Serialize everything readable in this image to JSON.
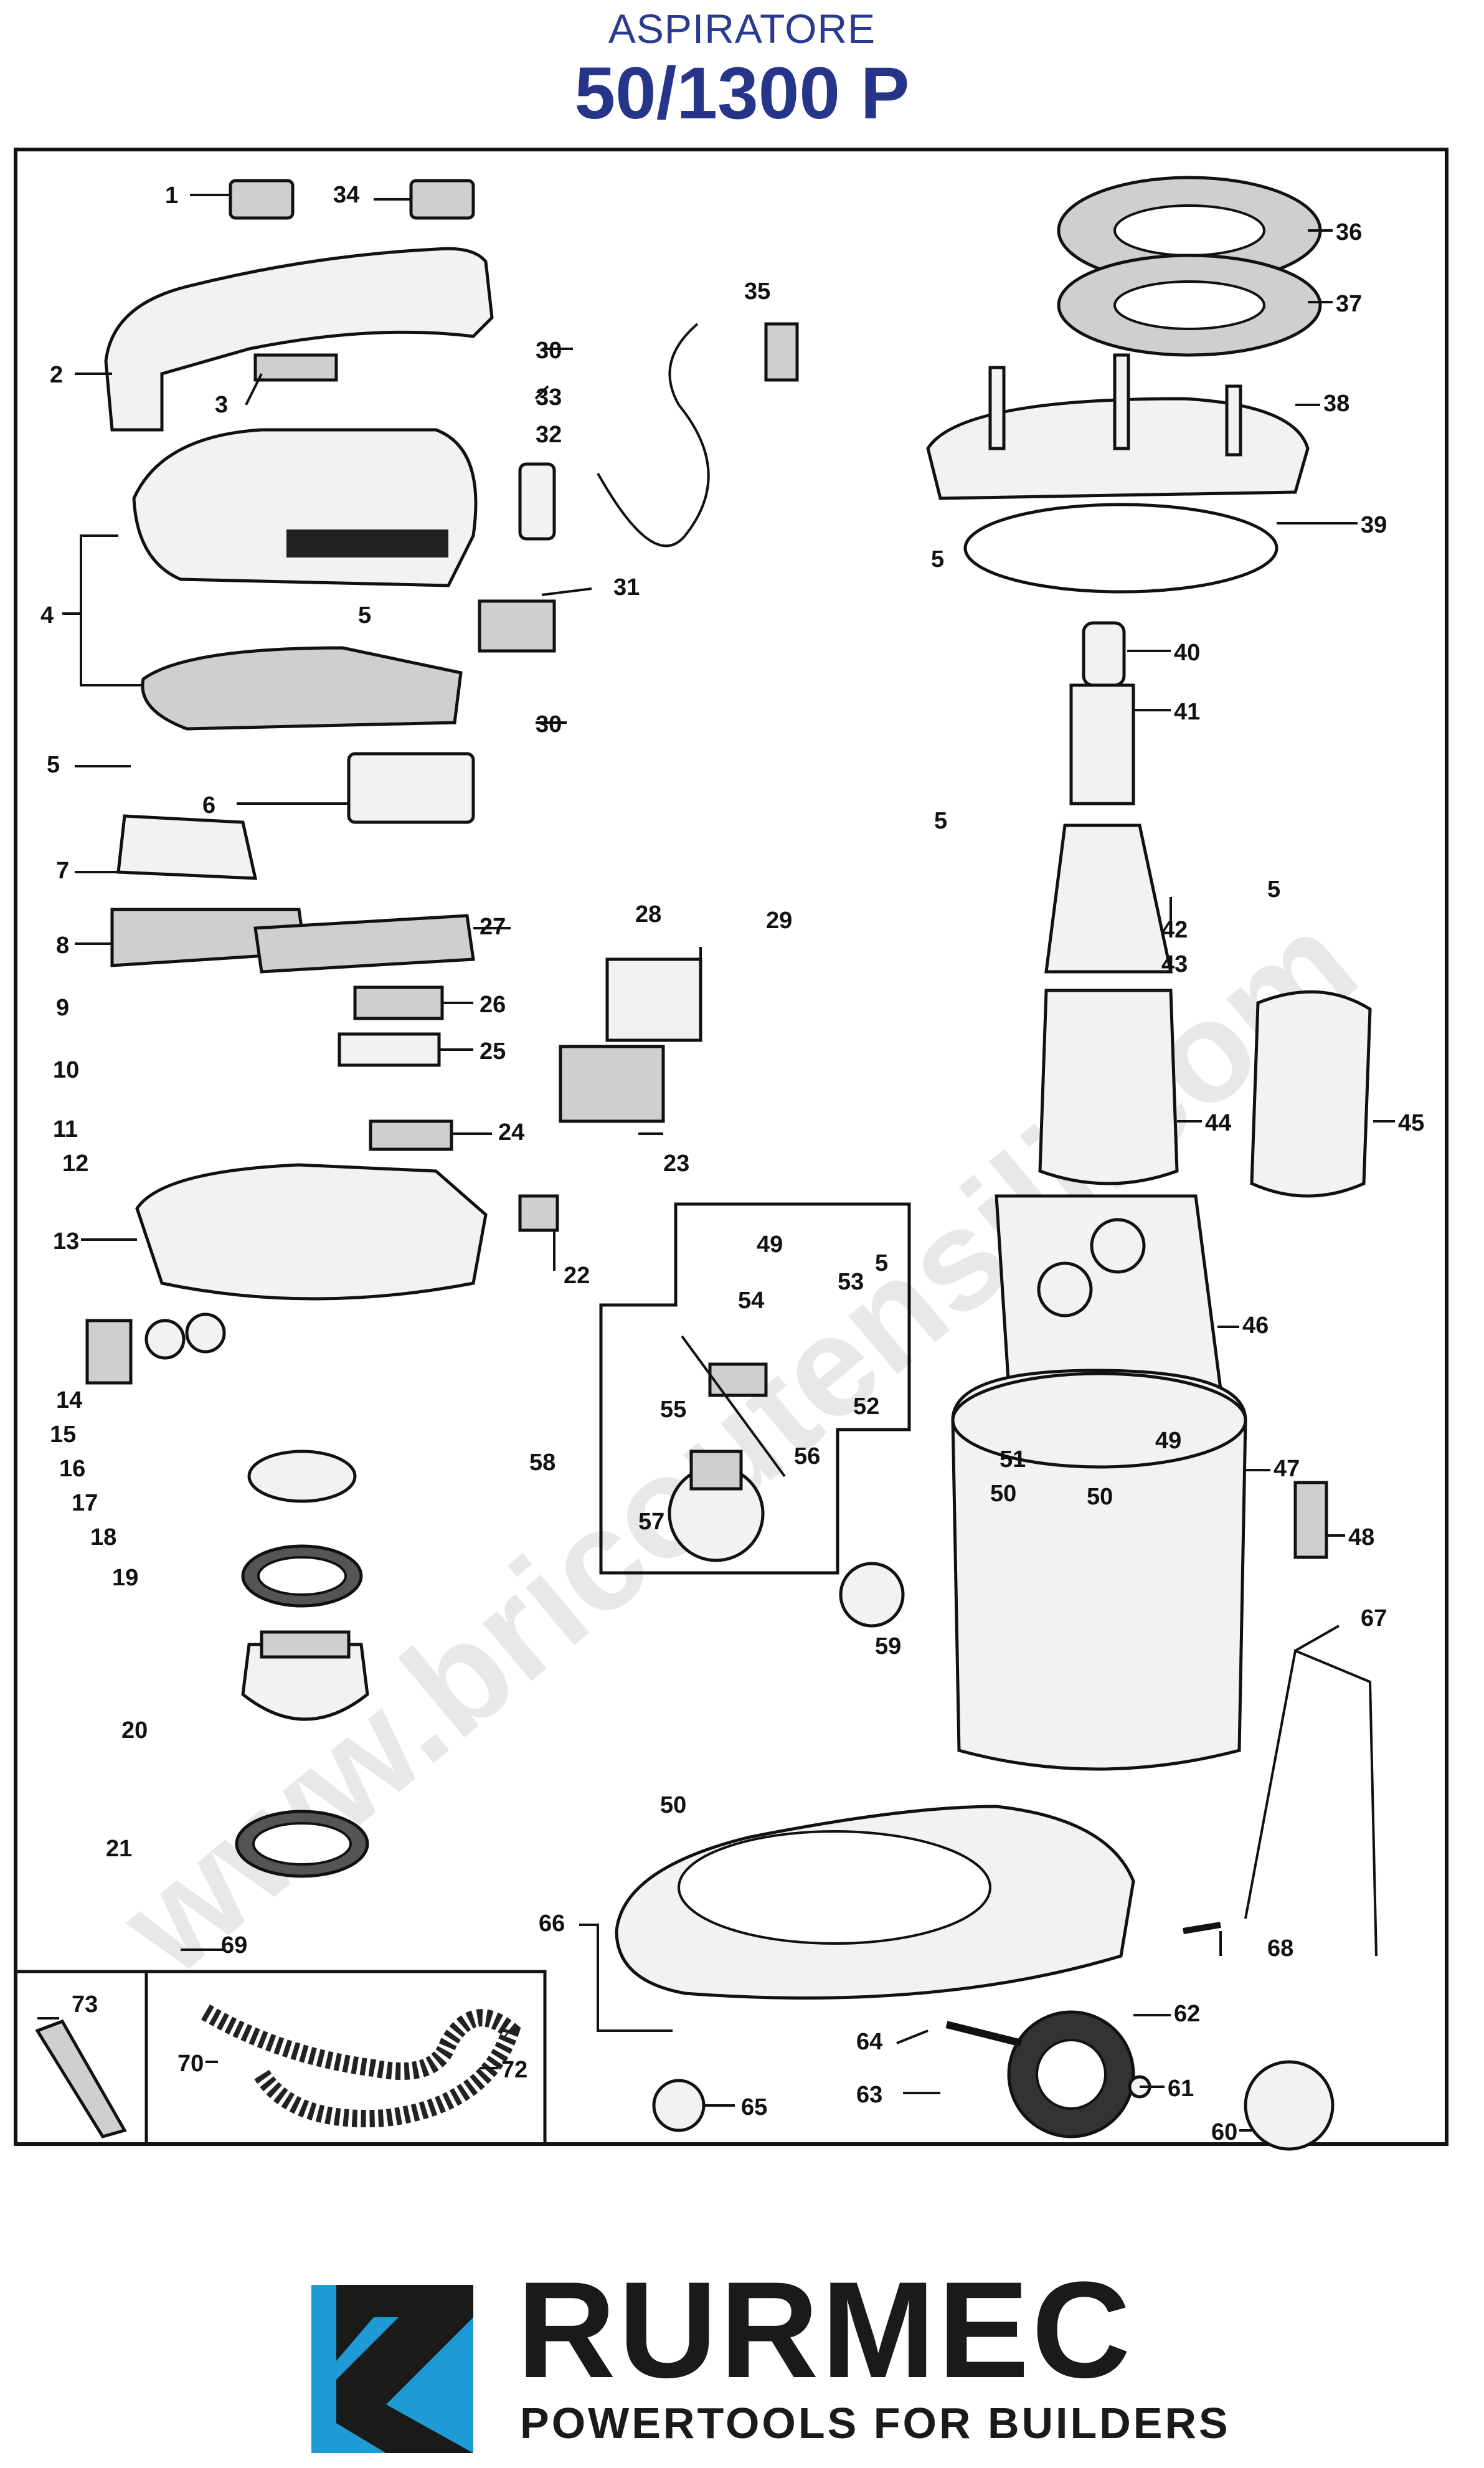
{
  "header": {
    "subtitle": "ASPIRATORE",
    "model": "50/1300 P"
  },
  "diagram": {
    "callouts": [
      "1",
      "2",
      "3",
      "4",
      "5",
      "5",
      "5",
      "5",
      "5",
      "5",
      "5",
      "6",
      "7",
      "8",
      "9",
      "10",
      "11",
      "12",
      "13",
      "14",
      "15",
      "16",
      "17",
      "18",
      "19",
      "20",
      "21",
      "22",
      "23",
      "24",
      "25",
      "26",
      "27",
      "28",
      "29",
      "30",
      "30",
      "31",
      "32",
      "33",
      "34",
      "35",
      "36",
      "37",
      "38",
      "39",
      "40",
      "41",
      "42",
      "43",
      "44",
      "45",
      "46",
      "47",
      "48",
      "49",
      "49",
      "50",
      "50",
      "50",
      "51",
      "52",
      "53",
      "54",
      "55",
      "56",
      "57",
      "58",
      "59",
      "60",
      "61",
      "62",
      "63",
      "64",
      "65",
      "66",
      "67",
      "68",
      "69",
      "70",
      "72",
      "73"
    ],
    "watermark": "www.bricoutensili.com"
  },
  "brand": {
    "name": "RURMEC",
    "tagline": "POWERTOOLS FOR BUILDERS",
    "colors": {
      "blue": "#1e9ad6",
      "dark": "#1a1a1a",
      "title": "#26358a"
    }
  }
}
